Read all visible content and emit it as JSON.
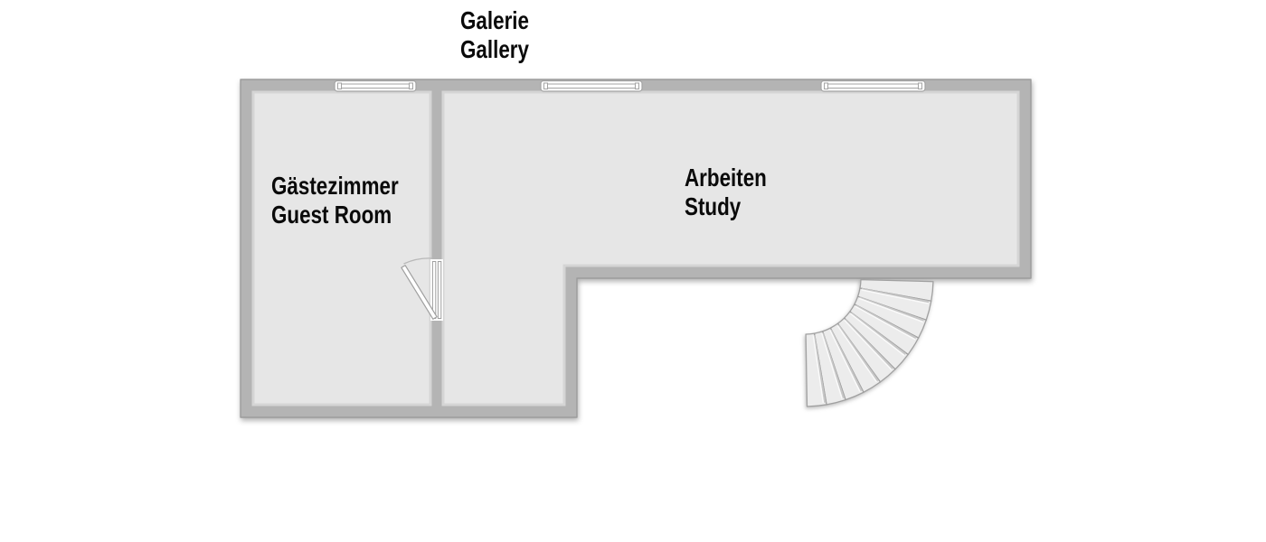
{
  "rooms": [
    {
      "id": "gallery",
      "name_de": "Galerie",
      "name_en": "Gallery"
    },
    {
      "id": "guest_room",
      "name_de": "Gästezimmer",
      "name_en": "Guest Room"
    },
    {
      "id": "study",
      "name_de": "Arbeiten",
      "name_en": "Study"
    }
  ],
  "features": {
    "window_count": 3,
    "door_count": 1,
    "stair_step_count": 10
  },
  "icons": {
    "windows": "window-icon",
    "door": "door-swing-icon",
    "stairs": "curved-stairs-icon"
  },
  "colors": {
    "background": "#ffffff",
    "wall_fill": "#b4b4b4",
    "wall_outline": "#9c9c9c",
    "wall_highlight": "#d5d5d5",
    "floor_fill": "#e6e6e6",
    "window_fill": "#ffffff",
    "window_stroke": "#a3a3a3",
    "door_stroke": "#9f9f9f",
    "door_arc": "#b8b8b8",
    "stair_fill": "#ececec",
    "stair_stroke": "#a0a0a0",
    "stair_shade": "#c7c7c7",
    "stair_highlight": "#fafafa",
    "label_color": "#0a0a0a"
  }
}
